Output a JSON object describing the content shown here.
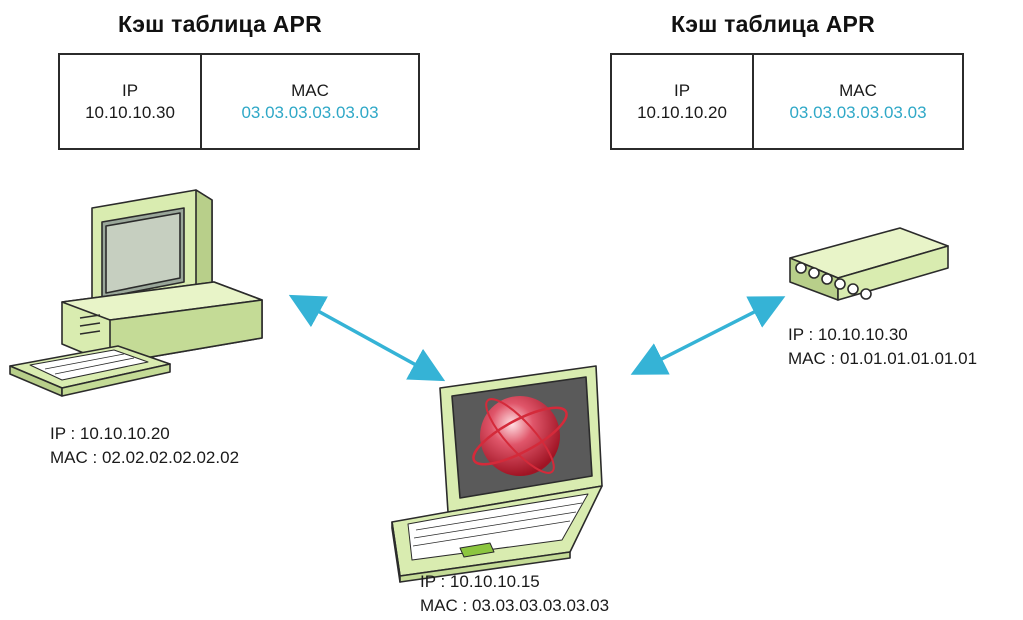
{
  "tables": [
    {
      "title": "Кэш таблица APR",
      "ip_header": "IP",
      "ip_value": "10.10.10.30",
      "mac_header": "MAC",
      "mac_value": "03.03.03.03.03.03"
    },
    {
      "title": "Кэш таблица APR",
      "ip_header": "IP",
      "ip_value": "10.10.10.20",
      "mac_header": "MAC",
      "mac_value": "03.03.03.03.03.03"
    }
  ],
  "devices": {
    "pc": {
      "ip": "IP : 10.10.10.20",
      "mac": "MAC : 02.02.02.02.02.02"
    },
    "switch": {
      "ip": "IP : 10.10.10.30",
      "mac": "MAC : 01.01.01.01.01.01"
    },
    "laptop": {
      "ip": "IP : 10.10.10.15",
      "mac": "MAC : 03.03.03.03.03.03"
    }
  },
  "colors": {
    "accent": "#2fa8c7",
    "device_fill": "#d9ecb0",
    "arrow": "#35b3d6",
    "attacker_sphere": "#d42a3a"
  },
  "icons": [
    "desktop-computer-icon",
    "network-switch-icon",
    "laptop-attacker-icon"
  ]
}
